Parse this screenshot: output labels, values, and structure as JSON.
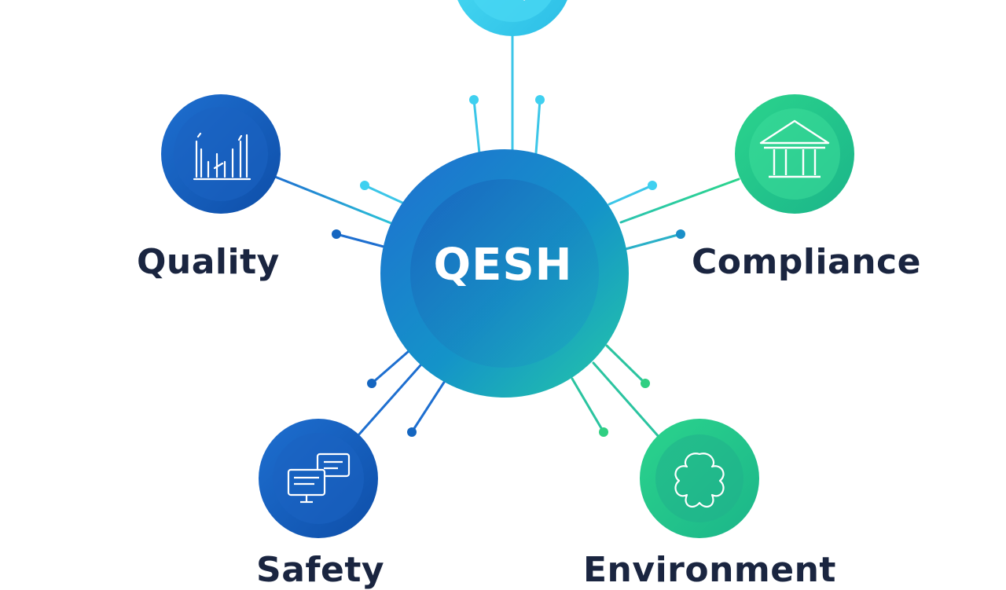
{
  "center": {
    "label": "QESH"
  },
  "nodes": {
    "quality": {
      "label": "Quality",
      "icon": "bar-chart-icon"
    },
    "compliance": {
      "label": "Compliance",
      "icon": "building-columns-icon"
    },
    "safety": {
      "label": "Safety",
      "icon": "monitors-icon"
    },
    "environment": {
      "label": "Environment",
      "icon": "flower-icon"
    },
    "top": {
      "label": "",
      "icon": "top-node-icon"
    }
  },
  "colors": {
    "blue": "#1566c0",
    "teal": "#1fb3a3",
    "green": "#2fcf82",
    "cyan": "#3fd0f0",
    "text": "#1a2540"
  }
}
